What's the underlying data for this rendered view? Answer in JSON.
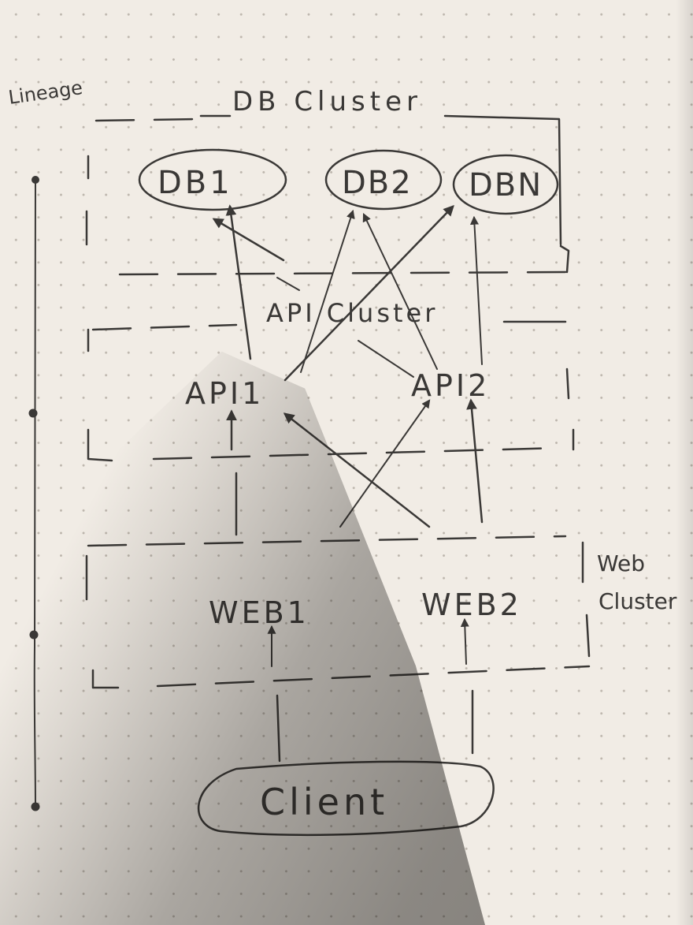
{
  "title": "Lineage",
  "clusters": {
    "db": "DB Cluster",
    "api": "API Cluster",
    "web": [
      "Web",
      "Cluster"
    ]
  },
  "nodes": {
    "db1": "DB1",
    "db2": "DB2",
    "dbn": "DBN",
    "api1": "API1",
    "api2": "API2",
    "web1": "WEB1",
    "web2": "WEB2",
    "client": "Client"
  },
  "colors": {
    "paper": "#f1ece5",
    "ink": "#3a3836",
    "dot": "#bdb6ad"
  }
}
